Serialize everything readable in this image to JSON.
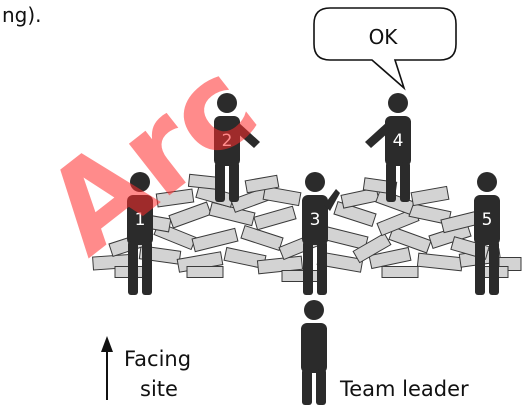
{
  "top_text": "ng).",
  "speech_bubble": {
    "text": "OK"
  },
  "people": [
    {
      "number": "1"
    },
    {
      "number": "2"
    },
    {
      "number": "3"
    },
    {
      "number": "4"
    },
    {
      "number": "5"
    }
  ],
  "legend": {
    "facing_line1": "Facing",
    "facing_line2": "site"
  },
  "leader": {
    "label": "Team leader"
  },
  "watermark": {
    "text": "Arc"
  },
  "colors": {
    "figure": "#2b2b2b",
    "brick_fill": "#d3d3d3",
    "brick_stroke": "#3a3a3a",
    "watermark": "#ff2b2b"
  }
}
